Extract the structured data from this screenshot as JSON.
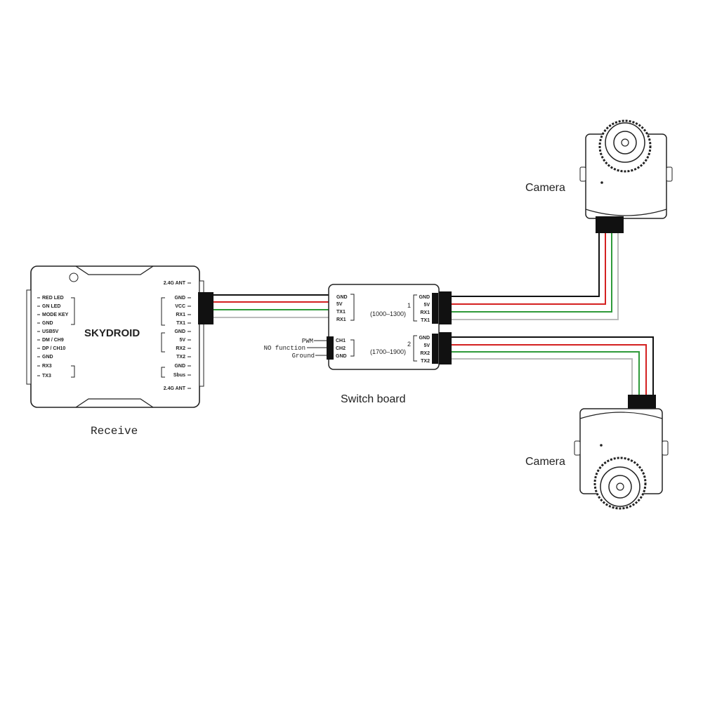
{
  "receiver": {
    "brand": "SKYDROID",
    "caption": "Receive",
    "left_pins": [
      "RED LED",
      "GN LED",
      "MODE KEY",
      "GND",
      "USB5V",
      "DM / CH9",
      "DP / CH10",
      "GND",
      "RX3",
      "TX3"
    ],
    "right_pins": [
      "2.4G ANT",
      "GND",
      "VCC",
      "RX1",
      "TX1",
      "GND",
      "5V",
      "RX2",
      "TX2",
      "GND",
      "Sbus",
      "2.4G ANT"
    ]
  },
  "switch_board": {
    "caption": "Switch board",
    "left_pins": [
      "GND",
      "5V",
      "TX1",
      "RX1"
    ],
    "ch_pins": [
      "CH1",
      "CH2",
      "GND"
    ],
    "ch_labels": [
      "PWM",
      "NO function",
      "Ground"
    ],
    "channel_1": {
      "number": "1",
      "range": "(1000–1300)"
    },
    "channel_2": {
      "number": "2",
      "range": "(1700–1900)"
    },
    "right_pins_1": [
      "GND",
      "5V",
      "RX1",
      "TX1"
    ],
    "right_pins_2": [
      "GND",
      "5V",
      "RX2",
      "TX2"
    ]
  },
  "cameras": [
    {
      "label": "Camera"
    },
    {
      "label": "Camera"
    }
  ],
  "wire_colors": {
    "black": "#111111",
    "red": "#d42020",
    "green": "#2f9a3a",
    "white": "#c8c8c8"
  }
}
